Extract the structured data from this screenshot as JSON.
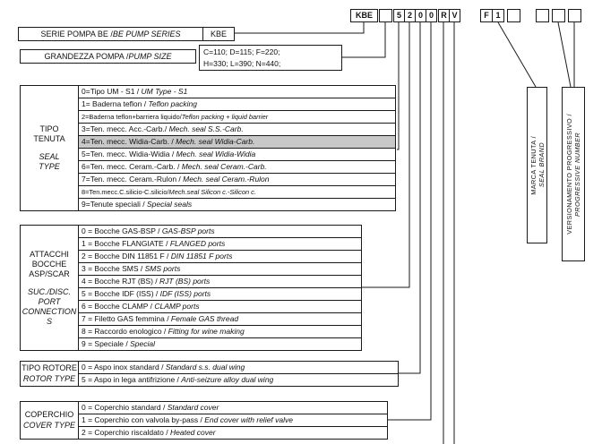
{
  "colors": {
    "highlight": "#c8c8c8",
    "line": "#1a1a1a",
    "background": "#ffffff"
  },
  "code": {
    "boxes": [
      {
        "label": "KBE"
      },
      {
        "label": ""
      },
      {
        "label": "5"
      },
      {
        "label": "2"
      },
      {
        "label": "0"
      },
      {
        "label": "0"
      },
      {
        "label": "R"
      },
      {
        "label": "V"
      },
      {
        "label": "F"
      },
      {
        "label": "1"
      },
      {
        "label": ""
      },
      {
        "label": ""
      },
      {
        "label": ""
      },
      {
        "label": ""
      }
    ]
  },
  "series": {
    "label_it": "SERIE POMPA BE / ",
    "label_en": "BE PUMP SERIES",
    "value": "KBE"
  },
  "size": {
    "label_it": "GRANDEZZA POMPA / ",
    "label_en": "PUMP SIZE",
    "line1": "C=110; D=115; F=220;",
    "line2": "H=330; L=390; N=440;"
  },
  "seal": {
    "label_it": "TIPO TENUTA",
    "label_en": "SEAL TYPE",
    "rows": [
      {
        "left": "0=Tipo UM - S1 / ",
        "right": "UM Type - S1"
      },
      {
        "left": "1= Baderna teflon / ",
        "right": "Teflon packing"
      },
      {
        "left": "2=Baderna teflon+barriera liquido/",
        "right": "Teflon packing + liquid barrier"
      },
      {
        "left": "3=Ten. mecc. Acc.-Carb./ ",
        "right": "Mech. seal S.S.-Carb."
      },
      {
        "left": "4=Ten. mecc. Widia-Carb. / ",
        "right": "Mech. seal Widia-Carb."
      },
      {
        "left": "5=Ten. mecc. Widia-Widia / ",
        "right": "Mech. seal Widia-Widia"
      },
      {
        "left": "6=Ten. mecc. Ceram.-Carb. / ",
        "right": "Mech. seal Ceram.-Carb."
      },
      {
        "left": "7=Ten. mecc. Ceram.-Rulon / ",
        "right": "Mech. seal Ceram.-Rulon"
      },
      {
        "left": "8=Ten.mecc.C.silicio-C.silicio/",
        "right": "Mech.seal Silicon c.-Silicon c."
      },
      {
        "left": "9=Tenute speciali / ",
        "right": "Special seals"
      }
    ]
  },
  "ports": {
    "label_it": "ATTACCHI BOCCHE ASP/SCAR",
    "label_en": "SUC./DISC. PORT CONNECTIONS",
    "rows": [
      {
        "left": "0 = Bocche GAS-BSP / ",
        "right": "GAS-BSP ports"
      },
      {
        "left": "1 = Bocche FLANGIATE / ",
        "right": "FLANGED ports"
      },
      {
        "left": "2 = Bocche DIN 11851 F / ",
        "right": "DIN 11851 F ports"
      },
      {
        "left": "3 = Bocche SMS / ",
        "right": "SMS ports"
      },
      {
        "left": "4 = Bocche RJT (BS) / ",
        "right": "RJT (BS) ports"
      },
      {
        "left": "5 = Bocche IDF (ISS) / ",
        "right": "IDF (ISS) ports"
      },
      {
        "left": "6 = Bocche CLAMP / ",
        "right": "CLAMP ports"
      },
      {
        "left": "7 = Filetto GAS femmina / ",
        "right": "Female GAS thread"
      },
      {
        "left": "8 = Raccordo enologico / ",
        "right": "Fitting for wine making"
      },
      {
        "left": "9 = Speciale / ",
        "right": "Special"
      }
    ]
  },
  "rotor": {
    "label_it": "TIPO ROTORE",
    "label_en": "ROTOR TYPE",
    "rows": [
      {
        "left": "0 = Aspo inox standard / ",
        "right": "Standard s.s. dual wing"
      },
      {
        "left": "5 = Aspo in lega antifrizione / ",
        "right": "Anti-seizure alloy dual wing"
      }
    ]
  },
  "cover": {
    "label_it": "COPERCHIO",
    "label_en": "COVER TYPE",
    "rows": [
      {
        "left": "0 = Coperchio standard / ",
        "right": "Standard cover"
      },
      {
        "left": "1 = Coperchio con valvola by-pass / ",
        "right": "End cover with relief valve"
      },
      {
        "left": "2 = Coperchio riscaldato / ",
        "right": "Heated cover"
      }
    ]
  },
  "seal_brand": {
    "label_it": "MARCA TENUTA / ",
    "label_en": "SEAL BRAND"
  },
  "progressive": {
    "label_it": "VERSIONAMENTO PROGRESSIVO / ",
    "label_en": "PROGRESSIVE NUMBER"
  }
}
